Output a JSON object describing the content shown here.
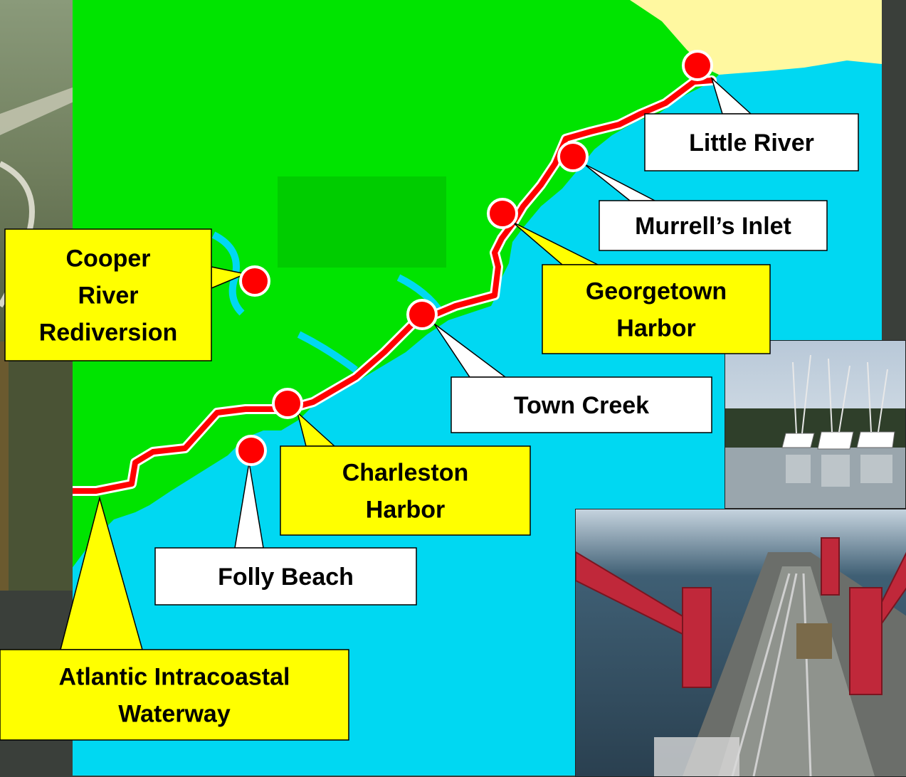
{
  "map": {
    "colors": {
      "land": "#00e400",
      "water": "#00d8f2",
      "neighbor_land": "#fff8a0",
      "route": "#ff0000",
      "route_casing": "#ffffff",
      "marker": "#ff0000",
      "callout_yellow": "#ffff00",
      "callout_white": "#ffffff"
    },
    "route_name": "Atlantic Intracoastal Waterway"
  },
  "locations": [
    {
      "id": "little-river",
      "lines": [
        "Little River"
      ],
      "style": "white"
    },
    {
      "id": "murrells-inlet",
      "lines": [
        "Murrell’s Inlet"
      ],
      "style": "white"
    },
    {
      "id": "georgetown-harbor",
      "lines": [
        "Georgetown",
        "Harbor"
      ],
      "style": "yellow"
    },
    {
      "id": "cooper-river-rediversion",
      "lines": [
        "Cooper",
        "River",
        "Rediversion"
      ],
      "style": "yellow"
    },
    {
      "id": "town-creek",
      "lines": [
        "Town Creek"
      ],
      "style": "white"
    },
    {
      "id": "charleston-harbor",
      "lines": [
        "Charleston",
        "Harbor"
      ],
      "style": "yellow"
    },
    {
      "id": "folly-beach",
      "lines": [
        "Folly Beach"
      ],
      "style": "white"
    },
    {
      "id": "atlantic-intracoastal-waterway",
      "lines": [
        "Atlantic Intracoastal",
        "Waterway"
      ],
      "style": "yellow"
    }
  ],
  "photos": [
    {
      "id": "aerial-photo",
      "subject": "aerial view of a canal with levees"
    },
    {
      "id": "shrimp-boats-photo",
      "subject": "shrimp boats docked on a river"
    },
    {
      "id": "dredge-deck-photo",
      "subject": "deck of a hopper dredge at sea"
    }
  ]
}
